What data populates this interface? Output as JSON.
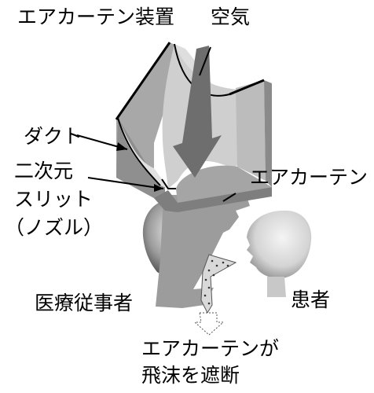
{
  "labels": {
    "device_title": "エアカーテン装置",
    "air": "空気",
    "duct": "ダクト",
    "slit_line1": "二次元",
    "slit_line2": "スリット",
    "slit_line3": "（ノズル）",
    "air_curtain": "エアカーテン",
    "healthcare_worker": "医療従事者",
    "patient": "患者",
    "caption_line1": "エアカーテンが",
    "caption_line2": "飛沫を遮断"
  },
  "colors": {
    "wall_light": "#bdbdbd",
    "wall_mid": "#a5a5a5",
    "wall_dark": "#8a8a8a",
    "curtain": "#9c9c9c",
    "air_arrow": "#6e6e6e",
    "inner_lining": "#dedede",
    "skin_light": "#e6e6e6",
    "skin_dark": "#5a5a5a"
  }
}
